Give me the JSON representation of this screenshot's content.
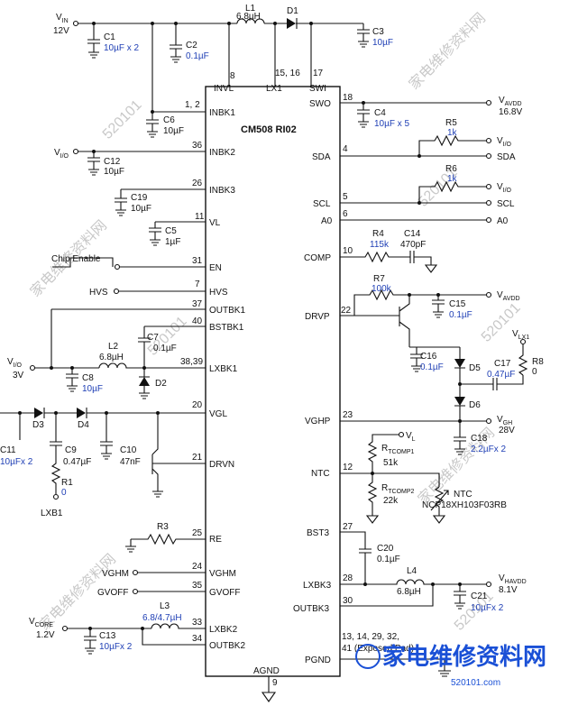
{
  "chip": {
    "name": "CM508 RI02"
  },
  "pins": {
    "invl": {
      "name": "INVL",
      "num": "8"
    },
    "lx1": {
      "name": "LX1",
      "num": "15, 16"
    },
    "swi": {
      "name": "SWI",
      "num": "17"
    },
    "inbk1": {
      "name": "INBK1",
      "num": "1, 2"
    },
    "inbk2": {
      "name": "INBK2",
      "num": "36"
    },
    "inbk3": {
      "name": "INBK3",
      "num": "26"
    },
    "vl": {
      "name": "VL",
      "num": "11"
    },
    "en": {
      "name": "EN",
      "num": "31"
    },
    "hvs": {
      "name": "HVS",
      "num": "7"
    },
    "outbk1": {
      "name": "OUTBK1",
      "num": "37"
    },
    "bstbk1": {
      "name": "BSTBK1",
      "num": "40"
    },
    "lxbk1": {
      "name": "LXBK1",
      "num": "38,39"
    },
    "vgl": {
      "name": "VGL",
      "num": "20"
    },
    "drvn": {
      "name": "DRVN",
      "num": "21"
    },
    "re": {
      "name": "RE",
      "num": "25"
    },
    "vghm": {
      "name": "VGHM",
      "num": "24"
    },
    "gvoff": {
      "name": "GVOFF",
      "num": "35"
    },
    "lxbk2": {
      "name": "LXBK2",
      "num": "33"
    },
    "outbk2": {
      "name": "OUTBK2",
      "num": "34"
    },
    "agnd": {
      "name": "AGND",
      "num": "9"
    },
    "swo": {
      "name": "SWO",
      "num": "18"
    },
    "sda": {
      "name": "SDA",
      "num": "4"
    },
    "scl": {
      "name": "SCL",
      "num": "5"
    },
    "a0": {
      "name": "A0",
      "num": "6"
    },
    "comp": {
      "name": "COMP",
      "num": "10"
    },
    "drvp": {
      "name": "DRVP",
      "num": "22"
    },
    "vghp": {
      "name": "VGHP",
      "num": "23"
    },
    "ntc": {
      "name": "NTC",
      "num": "12"
    },
    "bst3": {
      "name": "BST3",
      "num": "27"
    },
    "lxbk3": {
      "name": "LXBK3",
      "num": "28"
    },
    "outbk3": {
      "name": "OUTBK3",
      "num": "30"
    },
    "pgnd": {
      "name": "PGND",
      "num": "13, 14, 29, 32,",
      "num2": "41 (Exposed Pad)"
    }
  },
  "components": {
    "l1": {
      "ref": "L1",
      "value": "6.8µH"
    },
    "d1": {
      "ref": "D1"
    },
    "c1": {
      "ref": "C1",
      "value": "10µF x 2"
    },
    "c2": {
      "ref": "C2",
      "value": "0.1µF"
    },
    "c3": {
      "ref": "C3",
      "value": "10µF"
    },
    "c6": {
      "ref": "C6",
      "value": "10µF"
    },
    "c12": {
      "ref": "C12",
      "value": "10µF"
    },
    "c19": {
      "ref": "C19",
      "value": "10µF"
    },
    "c5": {
      "ref": "C5",
      "value": "1µF"
    },
    "c7": {
      "ref": "C7",
      "value": "0.1µF"
    },
    "l2": {
      "ref": "L2",
      "value": "6.8µH"
    },
    "c8": {
      "ref": "C8",
      "value": "10µF"
    },
    "d2": {
      "ref": "D2"
    },
    "d3": {
      "ref": "D3"
    },
    "d4": {
      "ref": "D4"
    },
    "c11": {
      "ref": "C11",
      "value": "10µFx 2"
    },
    "c9": {
      "ref": "C9",
      "value": "0.47µF"
    },
    "c10": {
      "ref": "C10",
      "value": "47nF"
    },
    "r1": {
      "ref": "R1",
      "value": "0"
    },
    "r3": {
      "ref": "R3"
    },
    "l3": {
      "ref": "L3",
      "value": "6.8/4.7µH"
    },
    "c13": {
      "ref": "C13",
      "value": "10µFx 2"
    },
    "c4": {
      "ref": "C4",
      "value": "10µF x 5"
    },
    "r5": {
      "ref": "R5",
      "value": "1k"
    },
    "r6": {
      "ref": "R6",
      "value": "1k"
    },
    "r4": {
      "ref": "R4",
      "value": "115k"
    },
    "c14": {
      "ref": "C14",
      "value": "470pF"
    },
    "r7": {
      "ref": "R7",
      "value": "100k"
    },
    "c15": {
      "ref": "C15",
      "value": "0.1µF"
    },
    "c16": {
      "ref": "C16",
      "value": "0.1µF"
    },
    "d5": {
      "ref": "D5"
    },
    "c17": {
      "ref": "C17",
      "value": "0.47µF"
    },
    "r8": {
      "ref": "R8",
      "value": "0"
    },
    "d6": {
      "ref": "D6"
    },
    "c18": {
      "ref": "C18",
      "value": "2.2µFx 2"
    },
    "rtcomp1": {
      "ref": "R",
      "sub": "TCOMP1",
      "value": "51k"
    },
    "rtcomp2": {
      "ref": "R",
      "sub": "TCOMP2",
      "value": "22k"
    },
    "ntc": {
      "ref": "NTC",
      "value": "NCP18XH103F03RB"
    },
    "c20": {
      "ref": "C20",
      "value": "0.1µF"
    },
    "l4": {
      "ref": "L4",
      "value": "6.8µH"
    },
    "c21": {
      "ref": "C21",
      "value": "10µFx 2"
    }
  },
  "nets": {
    "vin": {
      "name": "V",
      "sub": "IN",
      "value": "12V"
    },
    "vio_inbk2": {
      "name": "V",
      "sub": "I/O"
    },
    "chip_enable": {
      "name": "Chip Enable"
    },
    "hvs": {
      "name": "HVS"
    },
    "vio_lx": {
      "name": "V",
      "sub": "I/O",
      "value": "3V"
    },
    "lxb1": {
      "name": "LXB1"
    },
    "vghm": {
      "name": "VGHM"
    },
    "gvoff": {
      "name": "GVOFF"
    },
    "vcore": {
      "name": "V",
      "sub": "CORE",
      "value": "1.2V"
    },
    "vavdd_out": {
      "name": "V",
      "sub": "AVDD",
      "value": "16.8V"
    },
    "vio_r5": {
      "name": "V",
      "sub": "I/O"
    },
    "sda": {
      "name": "SDA"
    },
    "vio_r6": {
      "name": "V",
      "sub": "I/O"
    },
    "scl": {
      "name": "SCL"
    },
    "a0": {
      "name": "A0"
    },
    "vavdd_drvp": {
      "name": "V",
      "sub": "AVDD"
    },
    "vlx1": {
      "name": "V",
      "sub": "LX1"
    },
    "vgh": {
      "name": "V",
      "sub": "GH",
      "value": "28V"
    },
    "vl": {
      "name": "V",
      "sub": "L"
    },
    "vhavdd": {
      "name": "V",
      "sub": "HAVDD",
      "value": "8.1V"
    }
  },
  "watermark": {
    "phone": "520101",
    "cn": "家电维修资料网",
    "logo": "家电维修资料网",
    "logo_url": "520101.com"
  }
}
